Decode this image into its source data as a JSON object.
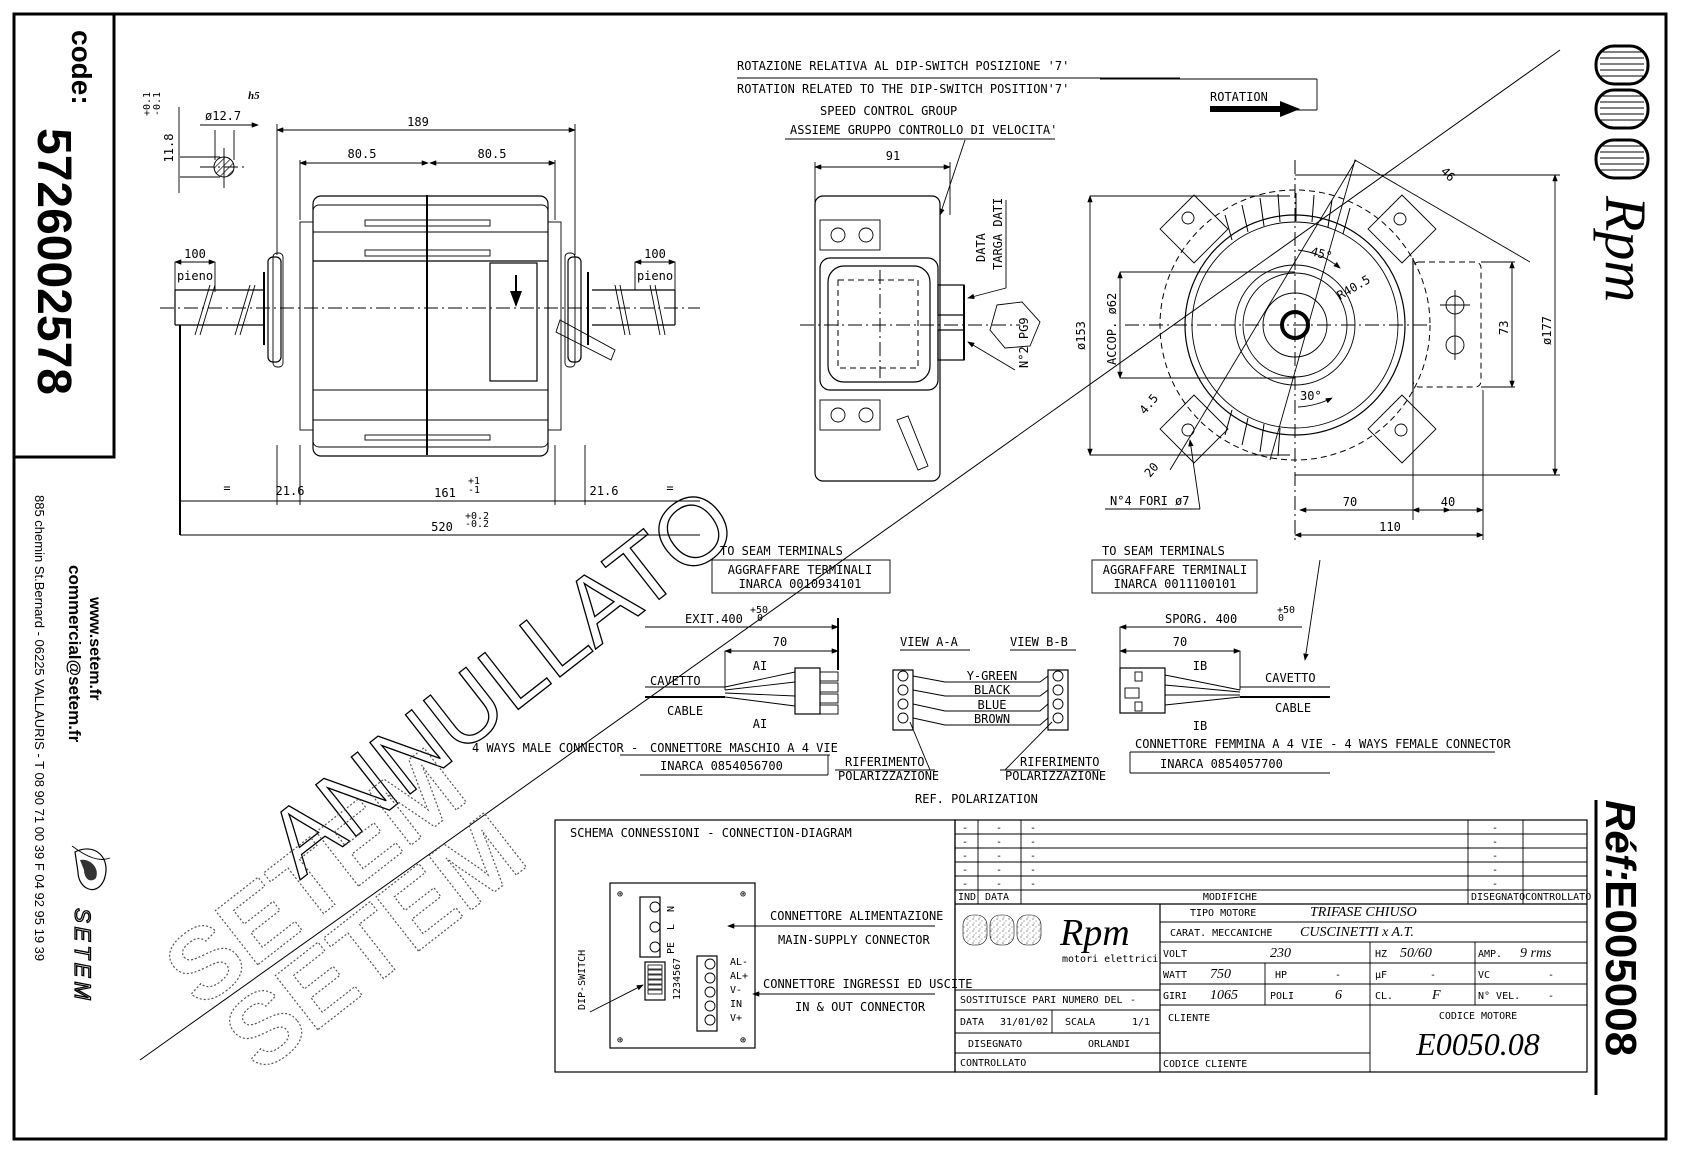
{
  "sidebar": {
    "code_label": "code:",
    "code_value": "5726002578",
    "website": "www.setem.fr",
    "email": "commercial@setem.fr",
    "address": "885 chemin St.Bernard  -  06225 VALLAURIS  -  T 08 90 71 00 39   F 04 92 95 19 39",
    "company_logo_text": "SETEM"
  },
  "right_strip": {
    "brand": "Rpm",
    "ref_label": "Réf:",
    "ref_value": "E005008"
  },
  "shaft_detail": {
    "tolerance_top": "+0.1",
    "tolerance_bottom": "-0.1",
    "fit": "h5",
    "diameter": "ø12.7",
    "flat": "11.8"
  },
  "side_view": {
    "overall_body": "189",
    "half_left": "80.5",
    "half_right": "80.5",
    "shaft_left": "100",
    "shaft_left_note": "pieno",
    "shaft_right": "100",
    "shaft_right_note": "pieno",
    "equal_left": "=",
    "equal_right": "=",
    "hub_left": "21.6",
    "hub_right": "21.6",
    "core_length": "161",
    "core_tol_plus": "+1",
    "core_tol_minus": "-1",
    "total_length": "520",
    "total_tol_plus": "+0.2",
    "total_tol_minus": "-0.2"
  },
  "notes": {
    "rotation_it": "ROTAZIONE RELATIVA AL DIP-SWITCH POSIZIONE '7'",
    "rotation_en": "ROTATION RELATED TO THE DIP-SWITCH POSITION'7'",
    "speed_en": "SPEED CONTROL GROUP",
    "speed_it": "ASSIEME GRUPPO CONTROLLO DI VELOCITA'",
    "rotation_arrow": "ROTATION"
  },
  "control_box": {
    "width": "91",
    "data_label": "DATA",
    "targa_label": "TARGA DATI",
    "gland": "N°2 PG9"
  },
  "front_view": {
    "angle_45": "45°",
    "angle_30": "30°",
    "radius": "R40.5",
    "dim_46": "46",
    "dim_20": "20",
    "dim_45": "4.5",
    "accop": "ACCOP. ø62",
    "dia_153": "ø153",
    "dia_177": "ø177",
    "dim_73": "73",
    "dim_70": "70",
    "dim_40": "40",
    "dim_110": "110",
    "holes": "N°4 FORI ø7"
  },
  "male_connector": {
    "seam": "TO SEAM TERMINALS",
    "crimp": "AGGRAFFARE TERMINALI",
    "terminal_code": "INARCA 0010934101",
    "exit": "EXIT.400",
    "exit_tol_plus": "+50",
    "exit_tol_minus": "0",
    "len": "70",
    "marker_top": "AI",
    "marker_bottom": "AI",
    "cable_it": "CAVETTO",
    "cable_en": "CABLE",
    "label_en": "4 WAYS MALE CONNECTOR -",
    "label_it": "CONNETTORE MASCHIO A 4 VIE",
    "part_code": "INARCA 0854056700"
  },
  "views": {
    "view_a": "VIEW A-A",
    "view_b": "VIEW B-B",
    "wires": [
      "Y-GREEN",
      "BLACK",
      "BLUE",
      "BROWN"
    ],
    "ref_a_1": "RIFERIMENTO",
    "ref_a_2": "POLARIZZAZIONE",
    "ref_b_1": "RIFERIMENTO",
    "ref_b_2": "POLARIZZAZIONE",
    "ref_en": "REF. POLARIZATION"
  },
  "female_connector": {
    "seam": "TO SEAM TERMINALS",
    "crimp": "AGGRAFFARE TERMINALI",
    "terminal_code": "INARCA 0011100101",
    "exit": "SPORG. 400",
    "exit_tol_plus": "+50",
    "exit_tol_minus": "0",
    "len": "70",
    "marker_top": "IB",
    "marker_bottom": "IB",
    "cable_it": "CAVETTO",
    "cable_en": "CABLE",
    "label": "CONNETTORE FEMMINA A 4 VIE -   4 WAYS FEMALE CONNECTOR",
    "part_code": "INARCA 0854057700"
  },
  "connection_diagram": {
    "title": "SCHEMA CONNESSIONI  -  CONNECTION-DIAGRAM",
    "dip_label": "DIP-SWITCH",
    "dip_numbers": "1234567",
    "mains_terms": [
      "N",
      "L",
      "PE"
    ],
    "io_terms": [
      "AL-",
      "AL+",
      "V-",
      "IN",
      "V+"
    ],
    "mains_it": "CONNETTORE ALIMENTAZIONE",
    "mains_en": "MAIN-SUPPLY CONNECTOR",
    "io_it": "CONNETTORE INGRESSI ED USCITE",
    "io_en": "IN & OUT CONNECTOR"
  },
  "title_block": {
    "revisions": [
      {
        "ind": "-",
        "data": "-",
        "modifiche": "-",
        "disegnato": "-"
      },
      {
        "ind": "-",
        "data": "-",
        "modifiche": "-",
        "disegnato": "-"
      },
      {
        "ind": "-",
        "data": "-",
        "modifiche": "-",
        "disegnato": "-"
      },
      {
        "ind": "-",
        "data": "-",
        "modifiche": "-",
        "disegnato": "-"
      },
      {
        "ind": "-",
        "data": "-",
        "modifiche": "-",
        "disegnato": "-"
      }
    ],
    "hdr_ind": "IND",
    "hdr_data": "DATA",
    "hdr_modifiche": "MODIFICHE",
    "hdr_disegnato": "DISEGNATO",
    "hdr_controllato": "CONTROLLATO",
    "logo_brand": "Rpm",
    "logo_sub": "motori elettrici",
    "sostituisce_label": "SOSTITUISCE PARI NUMERO DEL",
    "sostituisce_value": "-",
    "data_label": "DATA",
    "data_value": "31/01/02",
    "scala_label": "SCALA",
    "scala_value": "1/1",
    "disegnato_label": "DISEGNATO",
    "disegnato_value": "ORLANDI",
    "controllato_label": "CONTROLLATO",
    "tipo_label": "TIPO MOTORE",
    "tipo_value": "TRIFASE CHIUSO",
    "carat_label": "CARAT. MECCANICHE",
    "carat_value": "CUSCINETTI x A.T.",
    "volt_label": "VOLT",
    "volt_value": "230",
    "hz_label": "HZ",
    "hz_value": "50/60",
    "amp_label": "AMP.",
    "amp_value": "9 rms",
    "watt_label": "WATT",
    "watt_value": "750",
    "hp_label": "HP",
    "hp_value": "-",
    "uf_label": "µF",
    "uf_value": "-",
    "vc_label": "VC",
    "vc_value": "-",
    "giri_label": "GIRI",
    "giri_value": "1065",
    "poli_label": "POLI",
    "poli_value": "6",
    "cl_label": "CL.",
    "cl_value": "F",
    "nvel_label": "N° VEL.",
    "nvel_value": "-",
    "cliente_label": "CLIENTE",
    "codice_cliente_label": "CODICE CLIENTE",
    "codice_motore_label": "CODICE MOTORE",
    "codice_motore_value": "E0050.08"
  },
  "stamps": {
    "annullato": "ANNULLATO",
    "setem_1": "SETEM",
    "setem_2": "SETEM"
  }
}
